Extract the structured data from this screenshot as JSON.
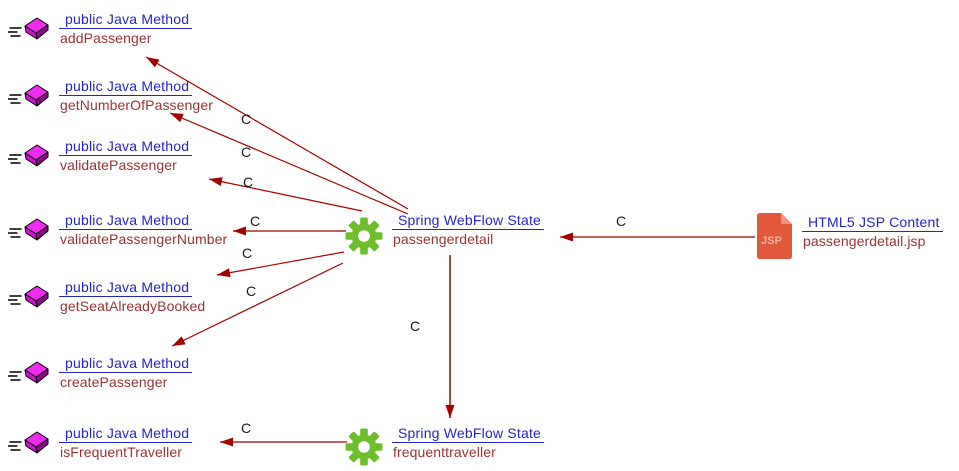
{
  "diagram": {
    "colors": {
      "edge": "#a40000",
      "link_blue": "#2424cd",
      "name_red": "#993333",
      "gear_green": "#6dbe2c",
      "method_magenta": "#ee2bee",
      "jsp_orange": "#e0593c",
      "background": "#ffffff"
    },
    "methods": [
      {
        "type_label": "public Java Method",
        "name": "addPassenger"
      },
      {
        "type_label": "public Java Method",
        "name": "getNumberOfPassenger"
      },
      {
        "type_label": "public Java Method",
        "name": "validatePassenger"
      },
      {
        "type_label": "public Java Method",
        "name": "validatePassengerNumber"
      },
      {
        "type_label": "public Java Method",
        "name": "getSeatAlreadyBooked"
      },
      {
        "type_label": "public Java Method",
        "name": "createPassenger"
      },
      {
        "type_label": "public Java Method",
        "name": "isFrequentTraveller"
      }
    ],
    "states": [
      {
        "type_label": "Spring WebFlow State",
        "name": "passengerdetail"
      },
      {
        "type_label": "Spring WebFlow State",
        "name": "frequenttraveller"
      }
    ],
    "jsp": {
      "type_label": "HTML5 JSP Content",
      "name": "passengerdetail.jsp",
      "icon_text": "JSP"
    },
    "edges": [
      {
        "label": "C",
        "from": "passengerdetail",
        "to": "addPassenger"
      },
      {
        "label": "C",
        "from": "passengerdetail",
        "to": "getNumberOfPassenger"
      },
      {
        "label": "C",
        "from": "passengerdetail",
        "to": "validatePassenger"
      },
      {
        "label": "C",
        "from": "passengerdetail",
        "to": "validatePassengerNumber"
      },
      {
        "label": "C",
        "from": "passengerdetail",
        "to": "getSeatAlreadyBooked"
      },
      {
        "label": "C",
        "from": "passengerdetail",
        "to": "createPassenger"
      },
      {
        "label": "C",
        "from": "passengerdetail",
        "to": "frequenttraveller"
      },
      {
        "label": "C",
        "from": "passengerdetail.jsp",
        "to": "passengerdetail"
      },
      {
        "label": "C",
        "from": "frequenttraveller",
        "to": "isFrequentTraveller"
      }
    ]
  }
}
